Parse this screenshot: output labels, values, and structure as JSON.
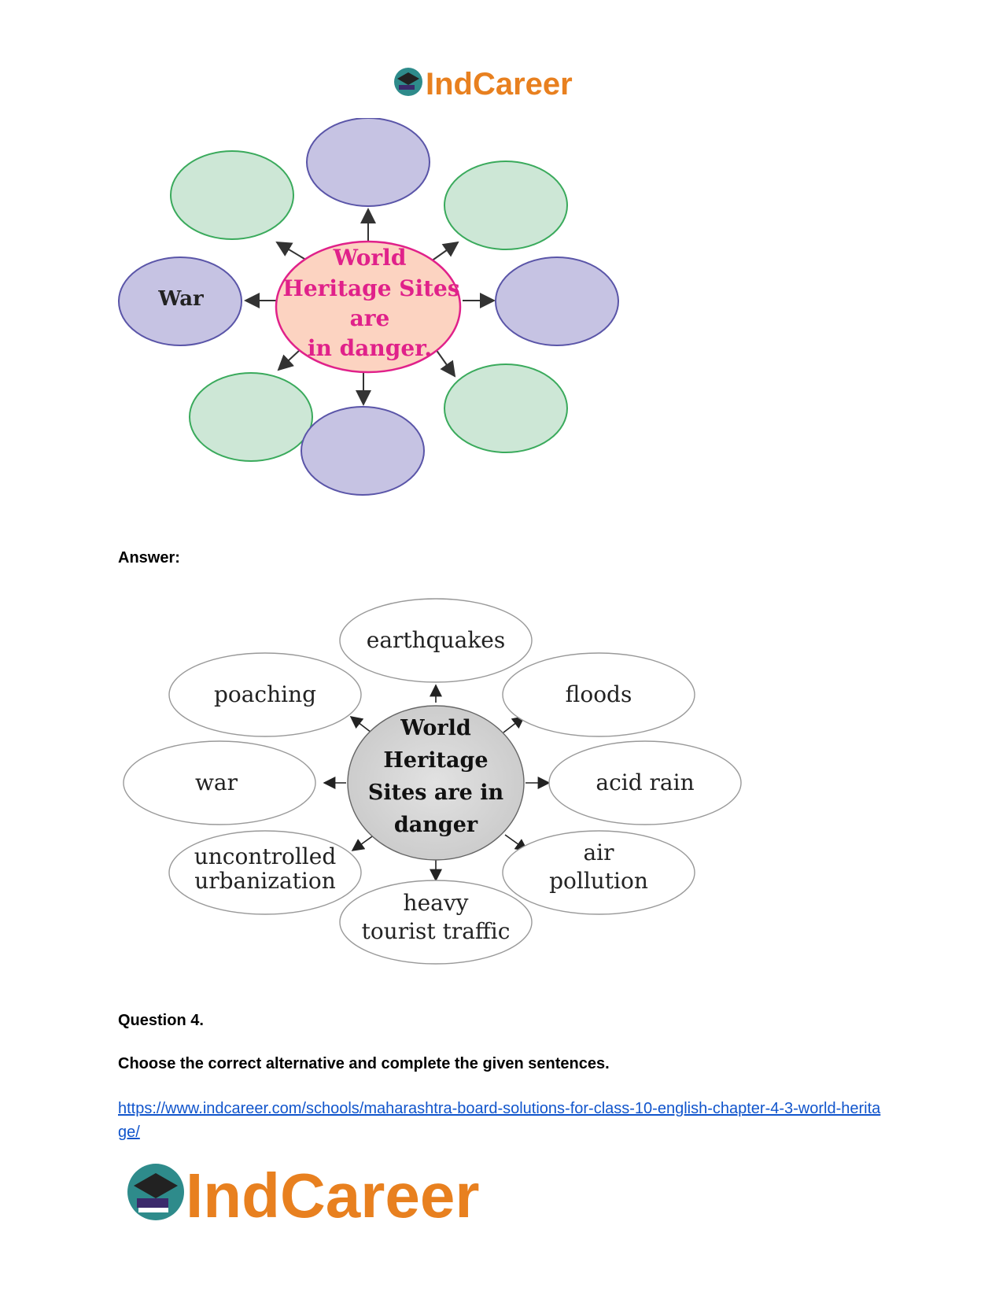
{
  "brand": {
    "logo_text": "IndCareer",
    "logo_color": "#e8801f",
    "globe_color": "#2e8b8b"
  },
  "diagram_question": {
    "center_lines": [
      "World",
      "Heritage  Sites",
      "are",
      "in  danger."
    ],
    "given_label": "War",
    "colors": {
      "center_fill": "#fcd3c1",
      "center_stroke": "#e0218a",
      "center_text": "#e0218a",
      "purple_fill": "#c6c3e3",
      "purple_stroke": "#5a55a8",
      "green_fill": "#cde7d6",
      "green_stroke": "#3aaa5c"
    }
  },
  "answer_label": "Answer:",
  "diagram_answer": {
    "center_lines": [
      "World",
      "Heritage",
      "Sites are in",
      "danger"
    ],
    "nodes": {
      "top": [
        "earthquakes"
      ],
      "top_left": [
        "poaching"
      ],
      "top_right": [
        "floods"
      ],
      "left": [
        "war"
      ],
      "right": [
        "acid rain"
      ],
      "bottom_left": [
        "uncontrolled",
        "urbanization"
      ],
      "bottom": [
        "heavy",
        "tourist traffic"
      ],
      "bottom_right": [
        "air",
        "pollution"
      ]
    }
  },
  "question_label": "Question 4.",
  "instruction": "Choose the correct alternative and complete the given sentences.",
  "source_link": "https://www.indcareer.com/schools/maharashtra-board-solutions-for-class-10-english-chapter-4-3-world-heritage/"
}
